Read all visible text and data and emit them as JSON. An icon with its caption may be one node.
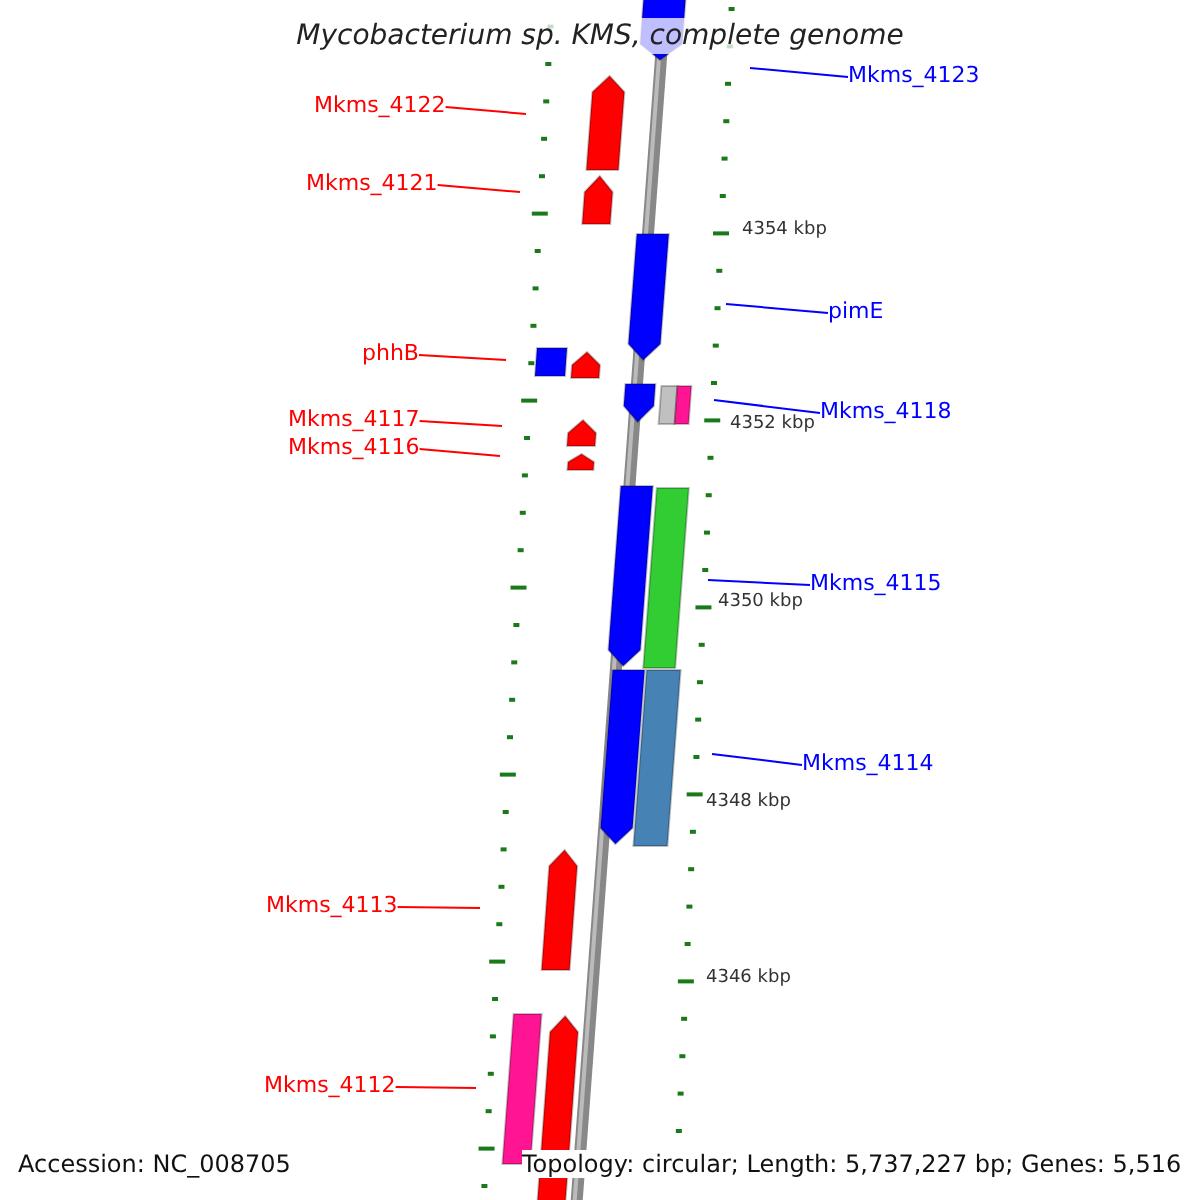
{
  "diagram": {
    "title": "Mycobacterium sp. KMS, complete genome",
    "nodes": [
      {
        "text": [
          "Mkms_4123"
        ]
      },
      {
        "text": [
          "Mkms_4122"
        ]
      },
      {
        "text": [
          "Mkms_4121"
        ]
      },
      {
        "text": [
          "pimE"
        ]
      },
      {
        "text": [
          "phhB"
        ]
      },
      {
        "text": [
          "Mkms_4118"
        ]
      },
      {
        "text": [
          "Mkms_4117"
        ]
      },
      {
        "text": [
          "Mkms_4116"
        ]
      },
      {
        "text": [
          "Mkms_4115"
        ]
      },
      {
        "text": [
          "Mkms_4114"
        ]
      },
      {
        "text": [
          "Mkms_4113"
        ]
      },
      {
        "text": [
          "Mkms_4112"
        ]
      }
    ],
    "edges": [
      {
        "from": 0,
        "to": null,
        "arrow": "none",
        "color": "#0000ff"
      },
      {
        "from": 1,
        "to": null,
        "arrow": "none",
        "color": "#ff0000"
      },
      {
        "from": 2,
        "to": null,
        "arrow": "none",
        "color": "#ff0000"
      },
      {
        "from": 3,
        "to": null,
        "arrow": "none",
        "color": "#0000ff"
      },
      {
        "from": 4,
        "to": null,
        "arrow": "none",
        "color": "#ff0000"
      },
      {
        "from": 5,
        "to": null,
        "arrow": "none",
        "color": "#0000ff"
      },
      {
        "from": 6,
        "to": null,
        "arrow": "none",
        "color": "#ff0000"
      },
      {
        "from": 7,
        "to": null,
        "arrow": "none",
        "color": "#ff0000"
      },
      {
        "from": 8,
        "to": null,
        "arrow": "none",
        "color": "#0000ff"
      },
      {
        "from": 9,
        "to": null,
        "arrow": "none",
        "color": "#0000ff"
      },
      {
        "from": 10,
        "to": null,
        "arrow": "none",
        "color": "#ff0000"
      },
      {
        "from": 11,
        "to": null,
        "arrow": "none",
        "color": "#ff0000"
      }
    ],
    "labels": [
      "4354 kbp",
      "4352 kbp",
      "4350 kbp",
      "4348 kbp",
      "4346 kbp",
      "Accession: NC_008705",
      "Topology: circular; Length: 5,737,227 bp; Genes: 5,516"
    ]
  }
}
